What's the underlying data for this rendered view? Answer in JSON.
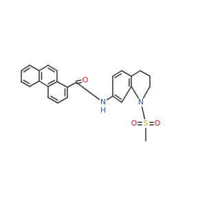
{
  "molecule": {
    "atoms": [
      {
        "id": "O1",
        "label": "O",
        "color": "#ff0d0d"
      },
      {
        "id": "N1",
        "label": "N",
        "color": "#3050f8"
      },
      {
        "id": "H1",
        "label": "H",
        "color": "#3050f8"
      },
      {
        "id": "N2",
        "label": "N",
        "color": "#3050f8"
      },
      {
        "id": "S1",
        "label": "S",
        "color": "#c8b400"
      },
      {
        "id": "O2",
        "label": "O",
        "color": "#ff0d0d"
      },
      {
        "id": "O3",
        "label": "O",
        "color": "#ff0d0d"
      }
    ],
    "bond_color": "#3a3a3a"
  }
}
